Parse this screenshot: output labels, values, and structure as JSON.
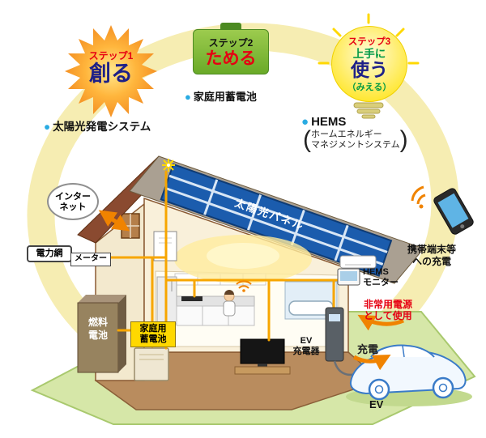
{
  "steps": {
    "step1": {
      "label": "ステップ1",
      "title": "創る"
    },
    "step2": {
      "label": "ステップ2",
      "title": "ためる"
    },
    "step3": {
      "label": "ステップ3",
      "line1": "上手に",
      "title": "使う",
      "sub": "（みえる）"
    }
  },
  "legend": {
    "battery": {
      "bullet": "●",
      "label": "家庭用蓄電池"
    },
    "solar": {
      "bullet": "●",
      "label": "太陽光発電システム"
    },
    "hems": {
      "bullet": "●",
      "label": "HEMS",
      "paren_open": "(",
      "paren_close": ")",
      "sub1": "ホームエネルギー",
      "sub2": "マネジメントシステム"
    }
  },
  "house": {
    "panel_label": "太陽光パネル",
    "internet_line1": "インター",
    "internet_line2": "ネット",
    "grid_label": "電力網",
    "meter_label": "メーター",
    "fuel_line1": "燃料",
    "fuel_line2": "電池",
    "battery_line1": "家庭用",
    "battery_line2": "蓄電池",
    "hems_monitor_line1": "HEMS",
    "hems_monitor_line2": "モニター"
  },
  "right": {
    "phone_line1": "携帯端末等",
    "phone_line2": "への充電",
    "emergency_line1": "非常用電源",
    "emergency_line2": "として使用",
    "charger_line1": "EV",
    "charger_line2": "充電器",
    "charge_label": "充電",
    "ev_label": "EV"
  },
  "colors": {
    "step1_star": "#f0821a",
    "step1_title_blue": "#1d2088",
    "step_red": "#e60012",
    "step2_green": "#6aaa28",
    "step3_green": "#009944",
    "bulb_yellow": "#ffe200",
    "bullet_cyan": "#29abe2",
    "wire_yellow": "#f7a600",
    "arrow_orange": "#f08300",
    "panel_blue": "#1b5cad",
    "roof_brown": "#8a4a30",
    "grass_green": "#d6e7a8"
  }
}
